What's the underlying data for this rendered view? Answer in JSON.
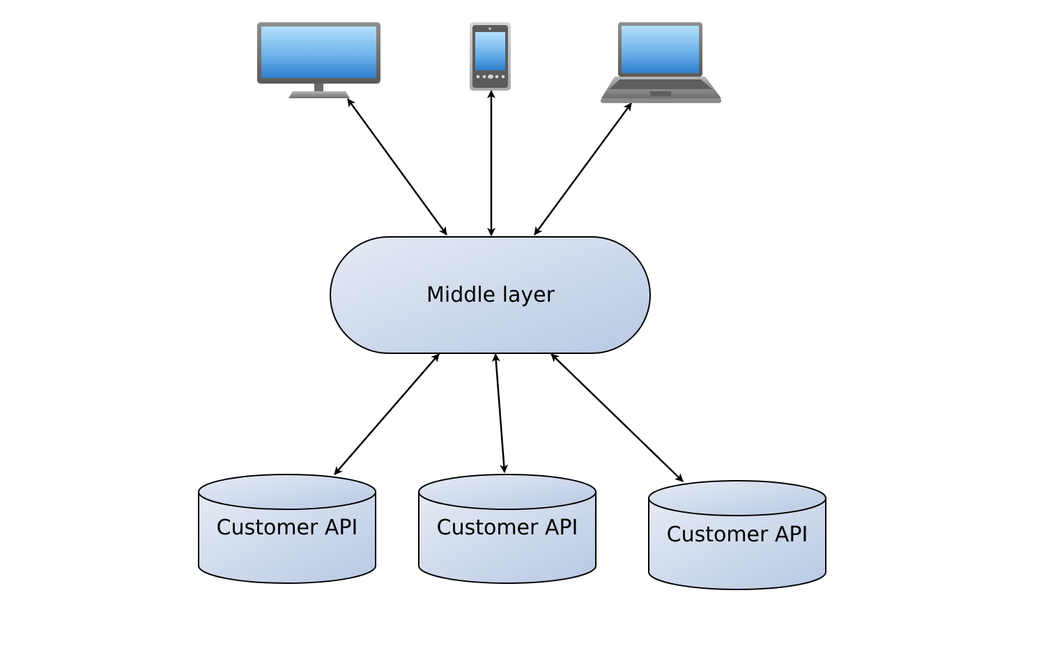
{
  "devices": [
    {
      "name": "monitor",
      "icon": "monitor-icon"
    },
    {
      "name": "smartphone",
      "icon": "smartphone-icon"
    },
    {
      "name": "laptop",
      "icon": "laptop-icon"
    }
  ],
  "middle_layer": {
    "label": "Middle layer"
  },
  "apis": [
    {
      "label": "Customer API",
      "icon": "database-icon"
    },
    {
      "label": "Customer API",
      "icon": "database-icon"
    },
    {
      "label": "Customer API",
      "icon": "database-icon"
    }
  ],
  "connections": [
    {
      "from": "monitor",
      "to": "middle_layer",
      "direction": "bidirectional"
    },
    {
      "from": "smartphone",
      "to": "middle_layer",
      "direction": "bidirectional"
    },
    {
      "from": "laptop",
      "to": "middle_layer",
      "direction": "bidirectional"
    },
    {
      "from": "middle_layer",
      "to": "api_1",
      "direction": "bidirectional"
    },
    {
      "from": "middle_layer",
      "to": "api_2",
      "direction": "bidirectional"
    },
    {
      "from": "middle_layer",
      "to": "api_3",
      "direction": "bidirectional"
    }
  ],
  "colors": {
    "node_fill_start": "#e6ebf5",
    "node_fill_end": "#b8c9e3",
    "stroke": "#000000",
    "screen_light": "#a9d8f8",
    "screen_dark": "#2f7fcc"
  }
}
